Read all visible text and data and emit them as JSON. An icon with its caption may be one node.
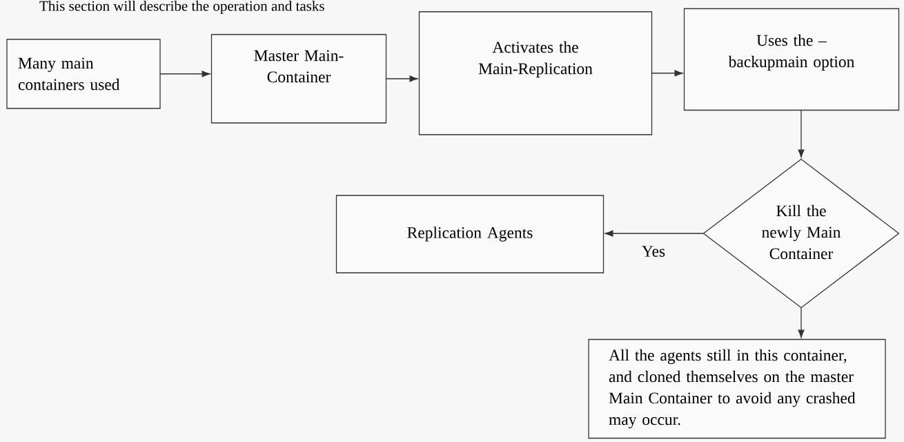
{
  "diagram": {
    "title": "This section will describe the operation and tasks",
    "nodes": [
      {
        "text": [
          "Many main containers used"
        ]
      },
      {
        "text": [
          "Master Main-Container"
        ]
      },
      {
        "text": [
          "Activates the Main-Replication"
        ]
      },
      {
        "text": [
          "Uses the –backupmain option"
        ]
      },
      {
        "text": [
          "Kill the newly Main Container"
        ]
      },
      {
        "text": [
          "Replication Agents"
        ]
      },
      {
        "text": [
          "All the agents still in this container, and cloned themselves on the master Main Container to avoid any crashed may occur."
        ]
      }
    ],
    "edges": [
      {
        "from": 0,
        "to": 1,
        "arrow": "to"
      },
      {
        "from": 1,
        "to": 2,
        "arrow": "to"
      },
      {
        "from": 2,
        "to": 3,
        "arrow": "to"
      },
      {
        "from": 3,
        "to": 4,
        "arrow": "to"
      },
      {
        "from": 4,
        "to": 5,
        "arrow": "to",
        "label": "Yes"
      },
      {
        "from": 4,
        "to": 6,
        "arrow": "to"
      }
    ]
  }
}
